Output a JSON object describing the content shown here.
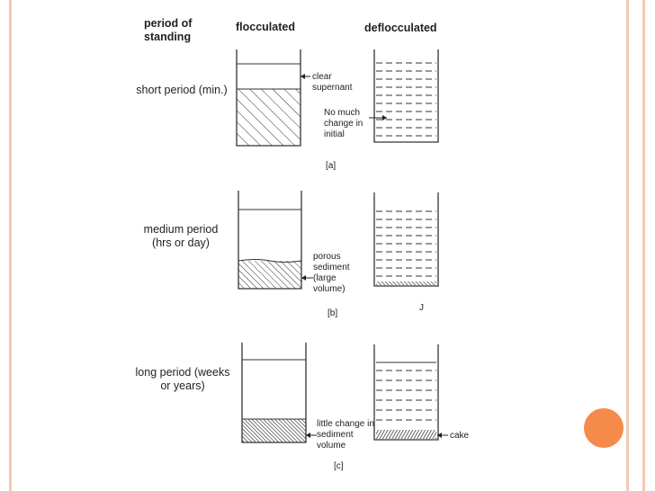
{
  "headers": {
    "period": "period of standing",
    "flocculated": "flocculated",
    "deflocculated": "deflocculated"
  },
  "rows": [
    {
      "period": "short period (min.)",
      "flocculated_note": "clear supernant",
      "deflocculated_note": "No much change in initial",
      "label": "[a]"
    },
    {
      "period": "medium period (hrs or day)",
      "flocculated_note": "porous sediment (large volume)",
      "deflocculated_note": "J",
      "label": "[b]"
    },
    {
      "period": "long period (weeks or years)",
      "flocculated_note": "little change in sediment volume",
      "deflocculated_note": "cake",
      "label": "[c]"
    }
  ],
  "colors": {
    "accent": "#f58a4b",
    "border": "#f4c9b4",
    "ink": "#222222"
  }
}
